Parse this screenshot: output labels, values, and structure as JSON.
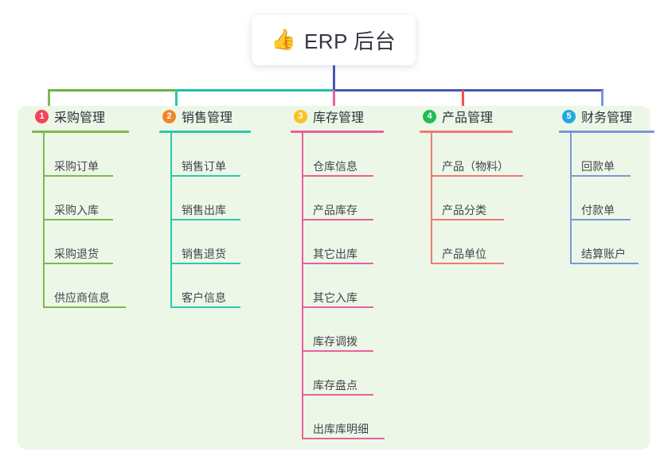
{
  "diagram": {
    "type": "mind-map",
    "title": {
      "emoji": "👍",
      "emoji_name": "thumbs-up-emoji",
      "text": "ERP 后台"
    },
    "canvas": {
      "background": "#edf7e7",
      "page_background": "#ffffff"
    },
    "connector_colors": {
      "stem": "#4455bb",
      "segment_1": "#6cb33f",
      "segment_2": "#1dc0a5",
      "segment_3": "#4455bb"
    },
    "branches": [
      {
        "index": "1",
        "label": "采购管理",
        "badge_color": "#f5435c",
        "line_color": "#7cb94e",
        "drop_color": "#7cb94e",
        "items": [
          {
            "label": "采购订单",
            "rule_width": 88
          },
          {
            "label": "采购入库",
            "rule_width": 88
          },
          {
            "label": "采购退货",
            "rule_width": 88
          },
          {
            "label": "供应商信息",
            "rule_width": 104
          }
        ]
      },
      {
        "index": "2",
        "label": "销售管理",
        "badge_color": "#f2852c",
        "line_color": "#2ec7b0",
        "drop_color": "#2ec7b0",
        "items": [
          {
            "label": "销售订单",
            "rule_width": 88
          },
          {
            "label": "销售出库",
            "rule_width": 88
          },
          {
            "label": "销售退货",
            "rule_width": 88
          },
          {
            "label": "客户信息",
            "rule_width": 88
          }
        ]
      },
      {
        "index": "3",
        "label": "库存管理",
        "badge_color": "#f7c325",
        "line_color": "#ea5f9e",
        "drop_color": "#ea5f9e",
        "items": [
          {
            "label": "仓库信息",
            "rule_width": 90
          },
          {
            "label": "产品库存",
            "rule_width": 90
          },
          {
            "label": "其它出库",
            "rule_width": 90
          },
          {
            "label": "其它入库",
            "rule_width": 90
          },
          {
            "label": "库存调拨",
            "rule_width": 90
          },
          {
            "label": "库存盘点",
            "rule_width": 90
          },
          {
            "label": "出库库明细",
            "rule_width": 104
          }
        ]
      },
      {
        "index": "4",
        "label": "产品管理",
        "badge_color": "#22bb55",
        "line_color": "#f07a72",
        "drop_color": "#f0534c",
        "items": [
          {
            "label": "产品（物料）",
            "rule_width": 116
          },
          {
            "label": "产品分类",
            "rule_width": 92
          },
          {
            "label": "产品单位",
            "rule_width": 92
          }
        ]
      },
      {
        "index": "5",
        "label": "财务管理",
        "badge_color": "#23a8e0",
        "line_color": "#7b97d6",
        "drop_color": "#7b97d6",
        "items": [
          {
            "label": "回款单",
            "rule_width": 76
          },
          {
            "label": "付款单",
            "rule_width": 76
          },
          {
            "label": "结算账户",
            "rule_width": 86
          }
        ]
      }
    ]
  }
}
